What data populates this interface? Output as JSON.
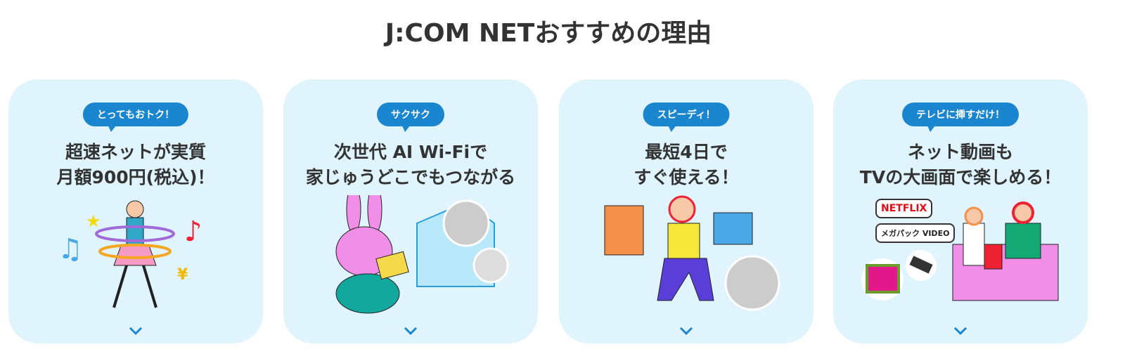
{
  "heading": "J:COM NETおすすめの理由",
  "cards": [
    {
      "badge": "とってもおトク！",
      "title_line1": "超速ネットが実質",
      "title_line2": "月額900円(税込)！",
      "illustration": "girl-hula-hoop-with-music-notes"
    },
    {
      "badge": "サクサク",
      "title_line1": "次世代 AI Wi-Fiで",
      "title_line2": "家じゅうどこでもつながる",
      "illustration": "rabbit-with-tablet-and-house"
    },
    {
      "badge": "スピーディ！",
      "title_line1": "最短4日で",
      "title_line2": "すぐ使える！",
      "illustration": "person-at-computer-with-calendar"
    },
    {
      "badge": "テレビに挿すだけ！",
      "title_line1": "ネット動画も",
      "title_line2": "TVの大画面で楽しめる！",
      "illustration": "family-on-sofa-watching-tv",
      "logos": [
        "NETFLIX",
        "メガパック VIDEO"
      ]
    }
  ],
  "colors": {
    "card_bg": "#dff4fc",
    "badge_bg": "#1a86cf",
    "chevron": "#1a86cf",
    "text": "#333333"
  },
  "icons": {
    "expand": "chevron-down-icon"
  }
}
